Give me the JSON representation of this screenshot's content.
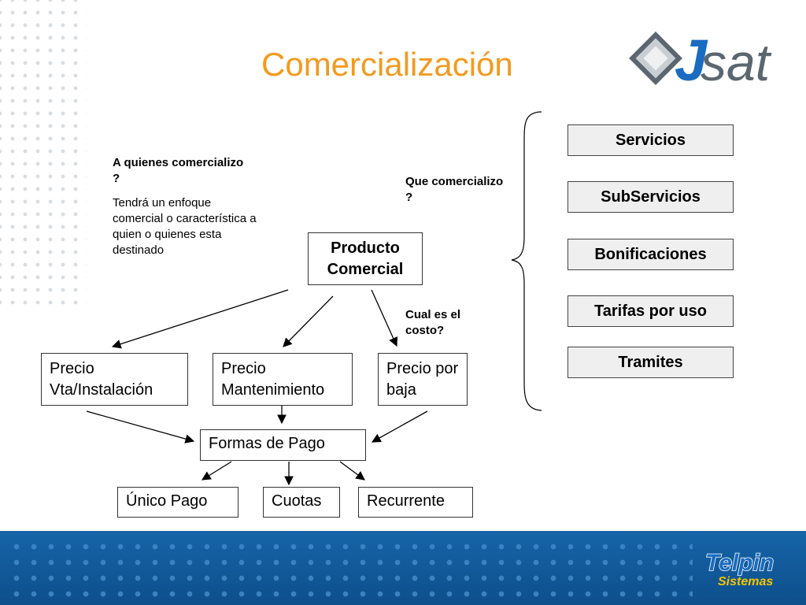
{
  "slide": {
    "title": "Comercialización",
    "logo_text": "Jsat",
    "footer_logo": {
      "line1": "Telpin",
      "line2": "Sistemas"
    }
  },
  "annotations": {
    "who_heading": "A quienes comercializo ?",
    "who_body": "Tendrá un enfoque comercial o característica a quien o quienes esta destinado",
    "what": "Que comercializo ?",
    "cost": "Cual es el costo?"
  },
  "central_box": "Producto Comercial",
  "price_boxes": [
    "Precio Vta/Instalación",
    "Precio Mantenimiento",
    "Precio por baja"
  ],
  "payment_box": "Formas de Pago",
  "payment_options": [
    "Único Pago",
    "Cuotas",
    "Recurrente"
  ],
  "services": [
    "Servicios",
    "SubServicios",
    "Bonificaciones",
    "Tarifas por uso",
    "Tramites"
  ],
  "colors": {
    "title": "#f39a1e",
    "footer": "#1664a8",
    "logo_dark": "#5a6670",
    "logo_blue": "#1a6cc0"
  }
}
